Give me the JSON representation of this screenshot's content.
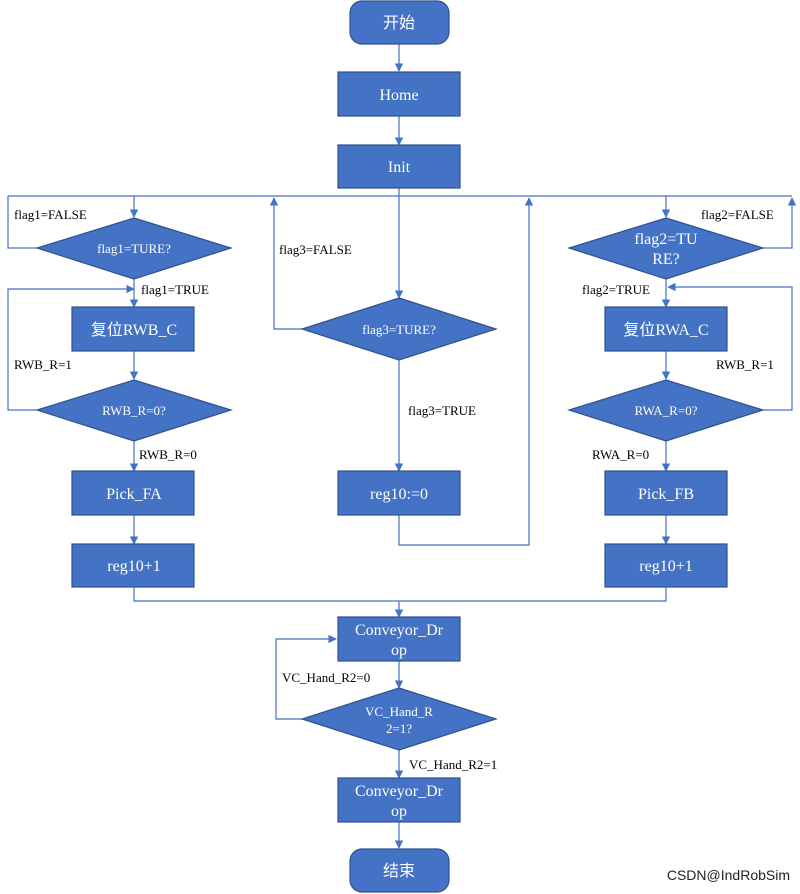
{
  "nodes": {
    "start": "开始",
    "home": "Home",
    "init": "Init",
    "d_flag1": "flag1=TURE?",
    "reset_rwb": "复位RWB_C",
    "d_rwb": "RWB_R=0?",
    "pick_fa": "Pick_FA",
    "reg10_left": "reg10+1",
    "d_flag3": "flag3=TURE?",
    "reg10_set": "reg10:=0",
    "d_flag2_l1": "flag2=TU",
    "d_flag2_l2": "RE?",
    "reset_rwa": "复位RWA_C",
    "d_rwa": "RWA_R=0?",
    "pick_fb": "Pick_FB",
    "reg10_right": "reg10+1",
    "conveyor1_l1": "Conveyor_Dr",
    "conveyor1_l2": "op",
    "d_vc_l1": "VC_Hand_R",
    "d_vc_l2": "2=1?",
    "conveyor2_l1": "Conveyor_Dr",
    "conveyor2_l2": "op",
    "end": "结束"
  },
  "edges": {
    "flag1_false": "flag1=FALSE",
    "flag1_true": "flag1=TRUE",
    "rwb_r1": "RWB_R=1",
    "rwb_r0": "RWB_R=0",
    "flag3_false": "flag3=FALSE",
    "flag3_true": "flag3=TRUE",
    "flag2_false": "flag2=FALSE",
    "flag2_true": "flag2=TRUE",
    "rwa_r1": "RWB_R=1",
    "rwa_r0": "RWA_R=0",
    "vc_0": "VC_Hand_R2=0",
    "vc_1": "VC_Hand_R2=1"
  },
  "watermark": "CSDN@IndRobSim",
  "colors": {
    "node_fill": "#4472C4",
    "node_stroke": "#2F528F",
    "line": "#4472C4",
    "text_on_node": "#FFFFFF",
    "label_text": "#000000"
  }
}
